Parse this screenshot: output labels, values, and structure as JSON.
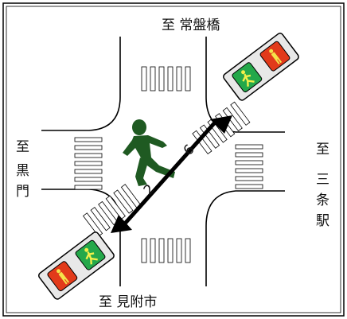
{
  "labels": {
    "north": "至 常盤橋",
    "south": "至 見附市",
    "west_lines": [
      "至",
      "黒",
      "門"
    ],
    "east_lines": [
      "至",
      "三",
      "条",
      "駅"
    ]
  },
  "markers": [
    "6",
    "2"
  ],
  "signals": [
    "walk-signal",
    "stop-signal"
  ],
  "colors": {
    "line": "#000000",
    "pedestrian": "#1f5a22",
    "walk_lamp": "#24a84a",
    "stop_lamp": "#e23a1a",
    "signal_housing": "#e8e8e8"
  }
}
